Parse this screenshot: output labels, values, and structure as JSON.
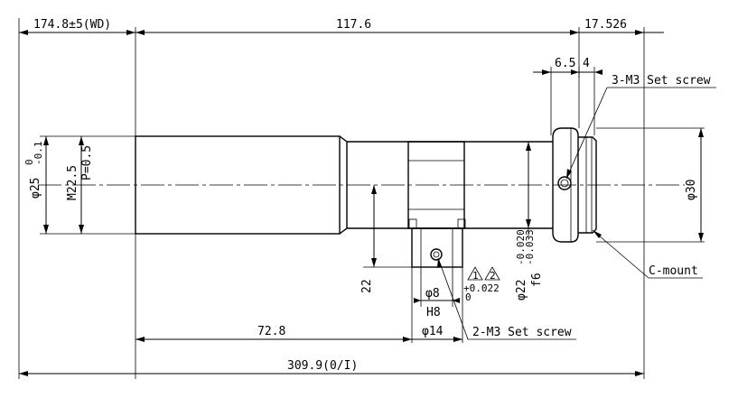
{
  "dimensions": {
    "wd": "174.8±5(WD)",
    "length_117": "117.6",
    "length_17": "17.526",
    "d_65": "6.5",
    "d_4": "4",
    "length_728": "72.8",
    "total": "309.9(0/I)",
    "height_22": "22",
    "phi14": "φ14",
    "phi8": "φ8",
    "h8": "H8",
    "phi30": "φ30",
    "phi22": "φ22",
    "phi22_tol_upper": "-0.020",
    "phi22_tol_lower": "-0.033",
    "f6": "f6",
    "phi25": "φ25",
    "phi25_tol_upper": "0",
    "phi25_tol_lower": "-0.1",
    "m225": "M22.5",
    "pitch": "P=0.5",
    "tol_plus": "+0.022",
    "tol_zero": "0",
    "marker1": "1",
    "marker2": "2"
  },
  "labels": {
    "set_screw_3": "3-M3 Set screw",
    "set_screw_2": "2-M3 Set screw",
    "c_mount": "C-mount"
  }
}
